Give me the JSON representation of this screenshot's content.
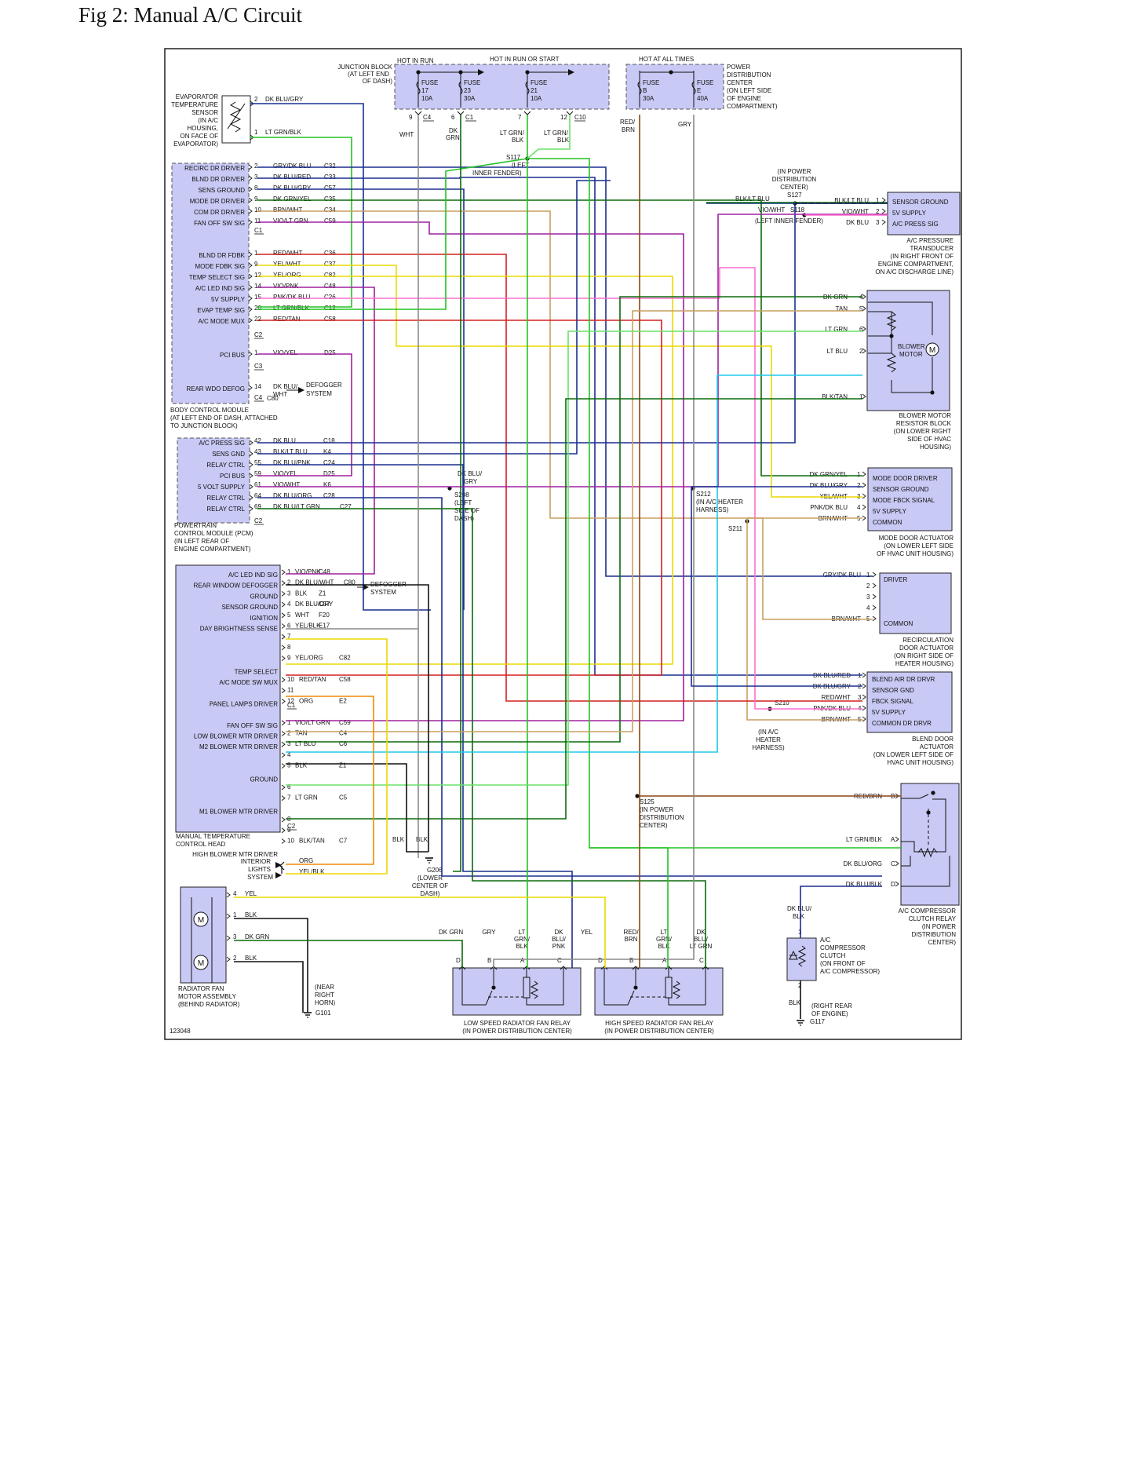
{
  "page_title": "Fig 2: Manual A/C Circuit",
  "figure_id": "123048",
  "colors": {
    "module_fill": "#c9c9f5",
    "dk_blu": "#1a2f8f",
    "dk_grn": "#0b6b0b",
    "grn": "#22c322",
    "lt_grn": "#6be06b",
    "brn": "#8b4513",
    "red": "#d42020",
    "org": "#f08a00",
    "yel": "#ecd900",
    "vio": "#a020a0",
    "pnk": "#ff6fcf",
    "lt_blu": "#20c8e8",
    "tan": "#c8a060",
    "gry": "#8a8a8a",
    "blk": "#111111"
  },
  "power_headers": {
    "hot_in_run": "HOT IN RUN",
    "hot_run_start": "HOT IN RUN OR START",
    "hot_all_times": "HOT AT ALL TIMES"
  },
  "junction_block": {
    "title": "JUNCTION BLOCK",
    "sub1": "(AT LEFT END",
    "sub2": "OF DASH)",
    "fuses": [
      {
        "l1": "FUSE",
        "l2": "17",
        "l3": "10A"
      },
      {
        "l1": "FUSE",
        "l2": "23",
        "l3": "30A"
      },
      {
        "l1": "FUSE",
        "l2": "21",
        "l3": "10A"
      }
    ],
    "pins": [
      {
        "n": "9",
        "c": "C4"
      },
      {
        "n": "6",
        "c": "C1"
      },
      {
        "n": "7",
        "c": ""
      },
      {
        "n": "12",
        "c": "C10"
      }
    ]
  },
  "pdc": {
    "title": "POWER",
    "l2": "DISTRIBUTION",
    "l3": "CENTER",
    "l4": "(ON LEFT SIDE",
    "l5": "OF ENGINE",
    "l6": "COMPARTMENT)",
    "fuses": [
      {
        "l1": "FUSE",
        "l2": "B",
        "l3": "30A"
      },
      {
        "l1": "FUSE",
        "l2": "E",
        "l3": "40A"
      }
    ],
    "wire1": "RED/",
    "wire1b": "BRN",
    "wire2": "GRY"
  },
  "evap_sensor": {
    "l1": "EVAPORATOR",
    "l2": "TEMPERATURE",
    "l3": "SENSOR",
    "l4": "(IN A/C",
    "l5": "HOUSING,",
    "l6": "ON FACE OF",
    "l7": "EVAPORATOR)",
    "p2": "2",
    "w2": "DK BLU/GRY",
    "p1": "1",
    "w1": "LT GRN/BLK"
  },
  "bcm": {
    "pins": [
      {
        "label": "RECIRC DR DRIVER",
        "pin": "2",
        "wire": "GRY/DK BLU",
        "ckt": "C32"
      },
      {
        "label": "BLND DR DRIVER",
        "pin": "3",
        "wire": "DK BLU/RED",
        "ckt": "C33"
      },
      {
        "label": "SENS GROUND",
        "pin": "8",
        "wire": "DK BLU/GRY",
        "ckt": "C57"
      },
      {
        "label": "MODE DR DRIVER",
        "pin": "9",
        "wire": "DK GRN/YEL",
        "ckt": "C35"
      },
      {
        "label": "COM DR DRIVER",
        "pin": "10",
        "wire": "BRN/WHT",
        "ckt": "C34"
      },
      {
        "label": "FAN OFF SW SIG",
        "pin": "11",
        "wire": "VIO/LT GRN",
        "ckt": "C59"
      },
      {
        "label": "BLND DR FDBK",
        "pin": "1",
        "wire": "RED/WHT",
        "ckt": "C36"
      },
      {
        "label": "MODE FDBK SIG",
        "pin": "9",
        "wire": "YEL/WHT",
        "ckt": "C37"
      },
      {
        "label": "TEMP SELECT SIG",
        "pin": "12",
        "wire": "YEL/ORG",
        "ckt": "C82"
      },
      {
        "label": "A/C LED IND SIG",
        "pin": "14",
        "wire": "VIO/PNK",
        "ckt": "C48"
      },
      {
        "label": "5V SUPPLY",
        "pin": "15",
        "wire": "PNK/DK BLU",
        "ckt": "C26"
      },
      {
        "label": "EVAP TEMP SIG",
        "pin": "20",
        "wire": "LT GRN/BLK",
        "ckt": "C12"
      },
      {
        "label": "A/C MODE MUX",
        "pin": "22",
        "wire": "RED/TAN",
        "ckt": "C58"
      },
      {
        "label": "PCI BUS",
        "pin": "1",
        "wire": "VIO/YEL",
        "ckt": "D25"
      },
      {
        "label": "REAR WDO DEFOG",
        "pin": "14",
        "wire": "DK BLU/",
        "ckt": "C80"
      }
    ],
    "conns": [
      "C1",
      "C2",
      "C3",
      "C4"
    ],
    "rear_wire2": "WHT",
    "defog1": "DEFOGGER",
    "defog2": "SYSTEM",
    "title1": "BODY CONTROL MODULE",
    "title2": "(AT LEFT END OF DASH, ATTACHED",
    "title3": "TO JUNCTION BLOCK)"
  },
  "pcm": {
    "pins": [
      {
        "label": "A/C PRESS SIG",
        "pin": "42",
        "wire": "DK BLU",
        "ckt": "C18"
      },
      {
        "label": "SENS GND",
        "pin": "43",
        "wire": "BLK/LT BLU",
        "ckt": "K4"
      },
      {
        "label": "RELAY CTRL",
        "pin": "55",
        "wire": "DK BLU/PNK",
        "ckt": "C24"
      },
      {
        "label": "PCI BUS",
        "pin": "59",
        "wire": "VIO/YEL",
        "ckt": "D25"
      },
      {
        "label": "5 VOLT SUPPLY",
        "pin": "61",
        "wire": "VIO/WHT",
        "ckt": "K6"
      },
      {
        "label": "RELAY CTRL",
        "pin": "64",
        "wire": "DK BLU/ORG",
        "ckt": "C28"
      },
      {
        "label": "RELAY CTRL",
        "pin": "69",
        "wire": "DK BLU/LT GRN",
        "ckt": "C27"
      }
    ],
    "conn": "C2",
    "title1": "POWERTRAIN",
    "title2": "CONTROL MODULE (PCM)",
    "title3": "(IN LEFT REAR OF",
    "title4": "ENGINE COMPARTMENT)"
  },
  "mtc": {
    "pins": [
      {
        "label": "A/C LED IND SIG",
        "pin": "1",
        "wire": "VIO/PNK",
        "ckt": "C48"
      },
      {
        "label": "REAR WINDOW DEFOGGER",
        "pin": "2",
        "wire": "DK BLU/WHT",
        "ckt": "C80"
      },
      {
        "label": "GROUND",
        "pin": "3",
        "wire": "BLK",
        "ckt": "Z1"
      },
      {
        "label": "SENSOR GROUND",
        "pin": "4",
        "wire": "DK BLU/GRY",
        "ckt": "C57"
      },
      {
        "label": "IGNITION",
        "pin": "5",
        "wire": "WHT",
        "ckt": "F20"
      },
      {
        "label": "DAY BRIGHTNESS SENSE",
        "pin": "6",
        "wire": "YEL/BLK",
        "ckt": "E17"
      },
      {
        "label": "",
        "pin": "7",
        "wire": "",
        "ckt": ""
      },
      {
        "label": "",
        "pin": "8",
        "wire": "",
        "ckt": ""
      },
      {
        "label": "",
        "pin": "9",
        "wire": "YEL/ORG",
        "ckt": "C82"
      },
      {
        "label": "TEMP SELECT",
        "pin": "",
        "wire": "",
        "ckt": ""
      },
      {
        "label": "A/C MODE SW MUX",
        "pin": "10",
        "wire": "RED/TAN",
        "ckt": "C58"
      },
      {
        "label": "",
        "pin": "11",
        "wire": "",
        "ckt": ""
      },
      {
        "label": "PANEL LAMPS DRIVER",
        "pin": "12",
        "wire": "ORG",
        "ckt": "E2"
      },
      {
        "label": "",
        "pin": "",
        "wire": "",
        "ckt": ""
      },
      {
        "label": "FAN OFF SW SIG",
        "pin": "1",
        "wire": "VIO/LT GRN",
        "ckt": "C59"
      },
      {
        "label": "LOW BLOWER MTR DRIVER",
        "pin": "2",
        "wire": "TAN",
        "ckt": "C4"
      },
      {
        "label": "M2 BLOWER MTR DRIVER",
        "pin": "3",
        "wire": "LT BLU",
        "ckt": "C6"
      },
      {
        "label": "",
        "pin": "4",
        "wire": "",
        "ckt": ""
      },
      {
        "label": "",
        "pin": "5",
        "wire": "BLK",
        "ckt": "Z1"
      },
      {
        "label": "GROUND",
        "pin": "",
        "wire": "",
        "ckt": ""
      },
      {
        "label": "",
        "pin": "6",
        "wire": "",
        "ckt": ""
      },
      {
        "label": "",
        "pin": "7",
        "wire": "LT GRN",
        "ckt": "C5"
      },
      {
        "label": "M1 BLOWER MTR DRIVER",
        "pin": "",
        "wire": "",
        "ckt": ""
      },
      {
        "label": "",
        "pin": "8",
        "wire": "",
        "ckt": ""
      },
      {
        "label": "",
        "pin": "9",
        "wire": "",
        "ckt": ""
      },
      {
        "label": "",
        "pin": "10",
        "wire": "BLK/TAN",
        "ckt": "C7"
      },
      {
        "label": "HIGH BLOWER MTR DRIVER",
        "pin": "",
        "wire": "",
        "ckt": ""
      }
    ],
    "conn1": "C1",
    "conn2": "C2",
    "defog1": "DEFOGGER",
    "defog2": "SYSTEM",
    "title1": "MANUAL TEMPERATURE",
    "title2": "CONTROL HEAD"
  },
  "interior_lights": {
    "l1": "INTERIOR",
    "l2": "LIGHTS",
    "l3": "SYSTEM",
    "w1": "ORG",
    "w2": "YEL/BLK"
  },
  "splices": {
    "s117": {
      "l1": "S117",
      "l2": "(LEFT",
      "l3": "INNER FENDER)"
    },
    "s127": {
      "l0": "(IN POWER",
      "l0b": "DISTRIBUTION",
      "l0c": "CENTER)",
      "l1": "S127"
    },
    "s118": {
      "l1": "S118",
      "l2": "(LEFT INNER FENDER)"
    },
    "s208": {
      "l1": "S208",
      "l2": "(LEFT",
      "l3": "SIDE OF",
      "l4": "DASH)",
      "w1": "DK BLU/",
      "w2": "GRY"
    },
    "s212": {
      "l1": "S212",
      "l2": "(IN A/C HEATER",
      "l3": "HARNESS)"
    },
    "s211": {
      "l1": "S211"
    },
    "s210": {
      "l1": "S210",
      "l2": "(IN A/C",
      "l3": "HEATER",
      "l4": "HARNESS)"
    },
    "s125": {
      "l1": "S125",
      "l2": "(IN POWER",
      "l3": "DISTRIBUTION",
      "l4": "CENTER)"
    }
  },
  "jb_wires": {
    "wht": "WHT",
    "dk": "DK",
    "grn": "GRN",
    "ltgrn1": "LT GRN/",
    "blk1": "BLK",
    "ltgrn2": "LT GRN/",
    "blk2": "BLK"
  },
  "transducer": {
    "pins": [
      {
        "pin": "1",
        "wire": "BLK/LT BLU",
        "label": "SENSOR GROUND"
      },
      {
        "pin": "2",
        "wire": "VIO/WHT",
        "label": "5V SUPPLY"
      },
      {
        "pin": "3",
        "wire": "DK BLU",
        "label": "A/C PRESS SIG"
      }
    ],
    "wire_left1": "BLK/LT BLU",
    "wire_left2": "VIO/WHT",
    "t1": "A/C PRESSURE",
    "t2": "TRANSDUCER",
    "t3": "(IN RIGHT FRONT OF",
    "t4": "ENGINE COMPARTMENT,",
    "t5": "ON A/C DISCHARGE LINE)"
  },
  "blower": {
    "pins": [
      {
        "pin": "4",
        "wire": "DK GRN"
      },
      {
        "pin": "5",
        "wire": "TAN"
      },
      {
        "pin": "6",
        "wire": "LT GRN"
      },
      {
        "pin": "2",
        "wire": "LT BLU"
      },
      {
        "pin": "1",
        "wire": "BLK/TAN"
      }
    ],
    "motor1": "BLOWER",
    "motor2": "MOTOR",
    "m": "M",
    "t1": "BLOWER MOTOR",
    "t2": "RESISTOR BLOCK",
    "t3": "(ON LOWER RIGHT",
    "t4": "SIDE OF HVAC",
    "t5": "HOUSING)"
  },
  "mode_door": {
    "pins": [
      {
        "pin": "1",
        "wire": "DK GRN/YEL",
        "label": "MODE DOOR DRIVER"
      },
      {
        "pin": "2",
        "wire": "DK BLU/GRY",
        "label": "SENSOR GROUND"
      },
      {
        "pin": "3",
        "wire": "YEL/WHT",
        "label": "MODE FBCK SIGNAL"
      },
      {
        "pin": "4",
        "wire": "PNK/DK BLU",
        "label": "5V SUPPLY"
      },
      {
        "pin": "5",
        "wire": "BRN/WHT",
        "label": "COMMON"
      }
    ],
    "t1": "MODE DOOR ACTUATOR",
    "t2": "(ON LOWER LEFT SIDE",
    "t3": "OF HVAC UNIT HOUSING)"
  },
  "recirc_door": {
    "pins": [
      {
        "pin": "1",
        "wire": "GRY/DK BLU",
        "label": "DRIVER"
      },
      {
        "pin": "2",
        "wire": "",
        "label": ""
      },
      {
        "pin": "3",
        "wire": "",
        "label": ""
      },
      {
        "pin": "4",
        "wire": "",
        "label": ""
      },
      {
        "pin": "5",
        "wire": "BRN/WHT",
        "label": "COMMON"
      }
    ],
    "t1": "RECIRCULATION",
    "t2": "DOOR ACTUATOR",
    "t3": "(ON RIGHT SIDE OF",
    "t4": "HEATER HOUSING)"
  },
  "blend_door": {
    "pins": [
      {
        "pin": "1",
        "wire": "DK BLU/RED",
        "label": "BLEND AIR DR DRVR"
      },
      {
        "pin": "2",
        "wire": "DK BLU/GRY",
        "label": "SENSOR GND"
      },
      {
        "pin": "3",
        "wire": "RED/WHT",
        "label": "FBCK SIGNAL"
      },
      {
        "pin": "4",
        "wire": "PNK/DK BLU",
        "label": "5V SUPPLY"
      },
      {
        "pin": "5",
        "wire": "BRN/WHT",
        "label": "COMMON DR DRVR"
      }
    ],
    "t1": "BLEND DOOR",
    "t2": "ACTUATOR",
    "t3": "(ON LOWER LEFT SIDE OF",
    "t4": "HVAC UNIT HOUSING)"
  },
  "comp_relay": {
    "pins": [
      {
        "pin": "B",
        "wire": "RED/BRN"
      },
      {
        "pin": "A",
        "wire": "LT GRN/BLK"
      },
      {
        "pin": "C",
        "wire": "DK BLU/ORG"
      },
      {
        "pin": "D",
        "wire": "DK BLU/BLK"
      }
    ],
    "t1": "A/C COMPRESSOR",
    "t2": "CLUTCH RELAY",
    "t3": "(IN POWER",
    "t4": "DISTRIBUTION",
    "t5": "CENTER)"
  },
  "clutch": {
    "w1": "DK BLU/",
    "w1b": "BLK",
    "p1": "1",
    "p2": "2",
    "wb": "BLK",
    "t1": "A/C",
    "t2": "COMPRESSOR",
    "t3": "CLUTCH",
    "t4": "(ON FRONT OF",
    "t5": "A/C COMPRESSOR)",
    "g1": "(RIGHT REAR",
    "g2": "OF ENGINE)",
    "gnd": "G117"
  },
  "rad_fan": {
    "pins": [
      {
        "pin": "4",
        "wire": "YEL"
      },
      {
        "pin": "1",
        "wire": "BLK"
      },
      {
        "pin": "3",
        "wire": "DK GRN"
      },
      {
        "pin": "2",
        "wire": "BLK"
      }
    ],
    "m": "M",
    "t1": "RADIATOR FAN",
    "t2": "MOTOR ASSEMBLY",
    "t3": "(BEHIND RADIATOR)",
    "g1": "(NEAR",
    "g2": "RIGHT",
    "g3": "HORN)",
    "gnd": "G101"
  },
  "g206": {
    "gnd": "G206",
    "l1": "(LOWER",
    "l2": "CENTER OF",
    "l3": "DASH)",
    "w1": "BLK",
    "w2": "BLK"
  },
  "low_relay": {
    "wires": [
      {
        "w": "DK GRN",
        "p": "D"
      },
      {
        "w": "GRY",
        "p": "B"
      },
      {
        "w": "LT\nGRN/\nBLK",
        "p": "A"
      },
      {
        "w": "DK\nBLU/\nPNK",
        "p": "C"
      }
    ],
    "t1": "LOW SPEED RADIATOR FAN RELAY",
    "t2": "(IN POWER DISTRIBUTION CENTER)"
  },
  "high_relay": {
    "wires": [
      {
        "w": "YEL",
        "p": "D"
      },
      {
        "w": "RED/\nBRN",
        "p": "B"
      },
      {
        "w": "LT\nGRN/\nBLK",
        "p": "A"
      },
      {
        "w": "DK\nBLU/\nLT GRN",
        "p": "C"
      }
    ],
    "t1": "HIGH SPEED RADIATOR FAN RELAY",
    "t2": "(IN POWER DISTRIBUTION CENTER)"
  }
}
